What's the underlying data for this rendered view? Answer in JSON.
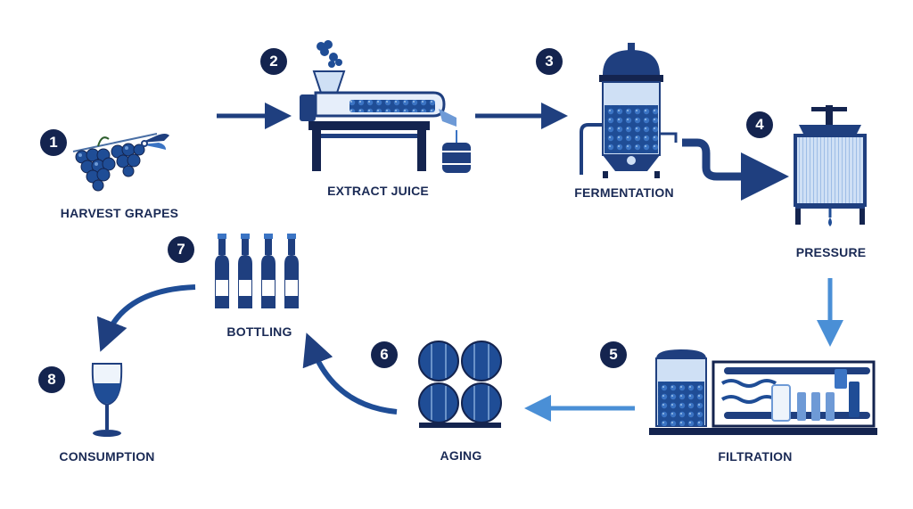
{
  "steps": [
    {
      "number": "1",
      "label": "HARVEST GRAPES",
      "icon": "grape-cluster-icon"
    },
    {
      "number": "2",
      "label": "EXTRACT JUICE",
      "icon": "juice-press-machine-icon"
    },
    {
      "number": "3",
      "label": "FERMENTATION",
      "icon": "fermentation-tank-icon"
    },
    {
      "number": "4",
      "label": "PRESSURE",
      "icon": "wine-press-icon"
    },
    {
      "number": "5",
      "label": "FILTRATION",
      "icon": "filtration-system-icon"
    },
    {
      "number": "6",
      "label": "AGING",
      "icon": "barrel-stack-icon"
    },
    {
      "number": "7",
      "label": "BOTTLING",
      "icon": "wine-bottles-icon"
    },
    {
      "number": "8",
      "label": "CONSUMPTION",
      "icon": "wine-glass-icon"
    }
  ],
  "colors": {
    "navy": "#14244f",
    "blue": "#1f4d96",
    "mid_blue": "#3b74c4",
    "light_blue": "#cfe0f5",
    "arrow_light": "#4a8fd6",
    "text": "#1a2a55"
  }
}
